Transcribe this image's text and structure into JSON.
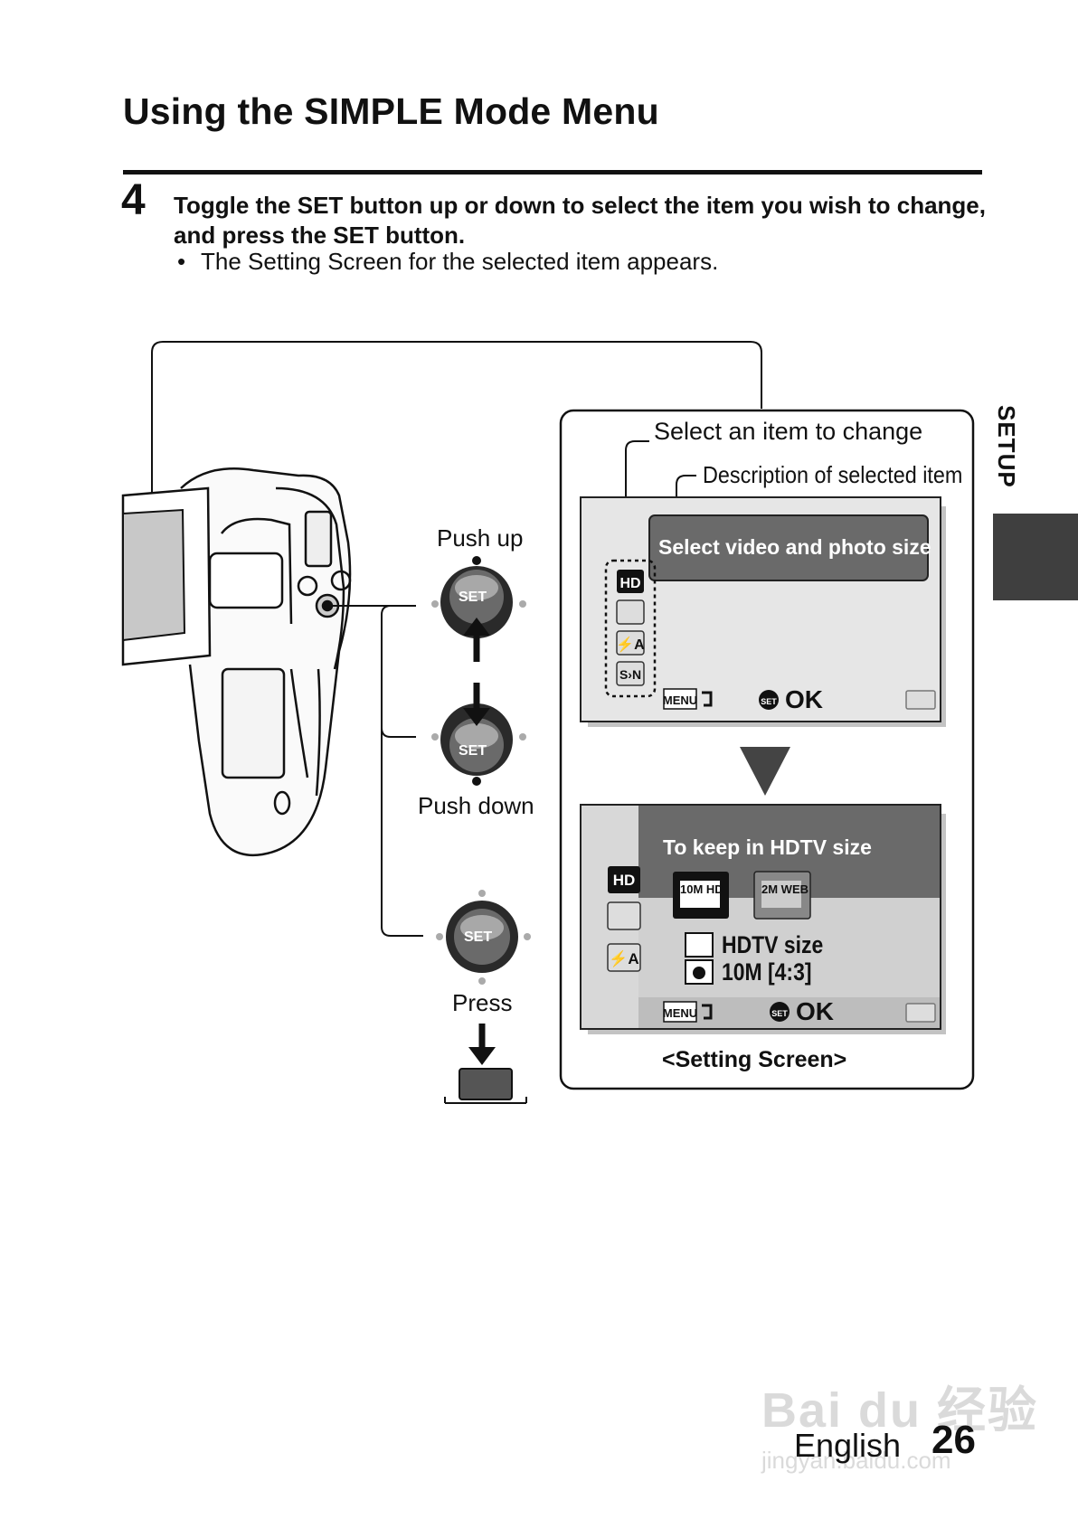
{
  "header": {
    "title": "Using the SIMPLE Mode Menu"
  },
  "step": {
    "number": "4",
    "instruction": "Toggle the SET button up or down to select the item you wish to change, and press the SET button.",
    "bullet": "The Setting Screen for the selected item appears."
  },
  "side_tab": {
    "label": "SETUP"
  },
  "diagram": {
    "push_up": "Push up",
    "push_down": "Push down",
    "press": "Press",
    "set_label": "SET",
    "callout_select": "Select an item to change",
    "callout_description": "Description of selected item",
    "screen1": {
      "description_box": "Select video and photo size",
      "icons": [
        "HD",
        "scene-icon",
        "flash-auto-icon",
        "noise-icon"
      ],
      "menu_label": "MENU",
      "ok_label": "OK"
    },
    "screen2": {
      "title": "To keep in HDTV size",
      "option1": "10M HD",
      "option2": "2M WEB",
      "video_line": "HDTV size",
      "photo_line": "10M [4:3]",
      "menu_label": "MENU",
      "ok_label": "OK"
    },
    "caption": "<Setting Screen>"
  },
  "footer": {
    "language": "English",
    "page_number": "26"
  },
  "watermark": {
    "brand": "Bai du 经验",
    "url": "jingyan.baidu.com"
  }
}
